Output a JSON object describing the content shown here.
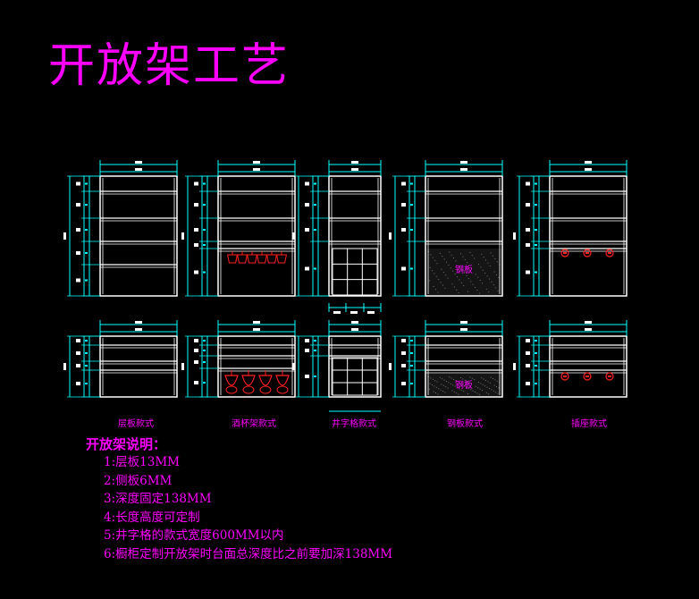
{
  "title": "开放架工艺",
  "captions": [
    "层板款式",
    "酒杯架款式",
    "井字格款式",
    "钢板款式",
    "插座款式"
  ],
  "panel_labels": {
    "steel": "钢板"
  },
  "notes": {
    "heading": "开放架说明：",
    "items": [
      "1:层板13MM",
      "2:侧板6MM",
      "3:深度固定138MM",
      "4:长度高度可定制",
      "5:井字格的款式宽度600MM以内",
      "6:橱柜定制开放架时台面总深度比之前要加深138MM"
    ]
  },
  "colors": {
    "background": "#000000",
    "frame": "#ffffff",
    "dimension": "#00ffff",
    "accent": "#ff00ff",
    "fixture": "#ff2020"
  }
}
